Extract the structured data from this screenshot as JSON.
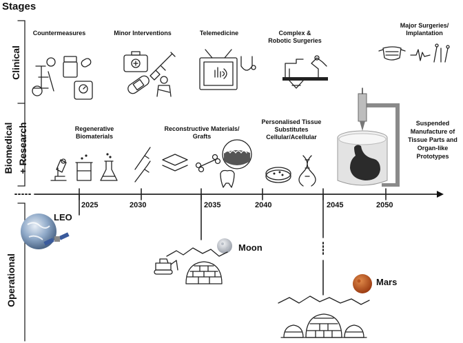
{
  "title": "Stages",
  "rows": {
    "clinical": "Clinical",
    "biomedical": "Biomedical",
    "research": "+ Research",
    "operational": "Operational"
  },
  "clinical_items": [
    {
      "label": "Countermeasures"
    },
    {
      "label": "Minor Interventions"
    },
    {
      "label": "Telemedicine"
    },
    {
      "label": "Complex & Robotic Surgeries"
    },
    {
      "label": "Major Surgeries/ Implantation"
    }
  ],
  "biomedical_items": [
    {
      "label": "Regenerative Biomaterials"
    },
    {
      "label": "Reconstructive Materials/ Grafts"
    },
    {
      "label": "Personalised Tissue Substitutes Cellular/Acellular"
    },
    {
      "label": "Suspended Manufacture of Tissue Parts and Organ-like Prototypes"
    }
  ],
  "timeline": {
    "years": [
      "2025",
      "2030",
      "2035",
      "2040",
      "2045",
      "2050"
    ]
  },
  "destinations": {
    "leo": "LEO",
    "moon": "Moon",
    "mars": "Mars"
  },
  "colors": {
    "line": "#111111",
    "moon": "#cfd3da",
    "mars": "#c1591f",
    "earth": "#7f9bbd",
    "vat": "#d8d8d8"
  }
}
